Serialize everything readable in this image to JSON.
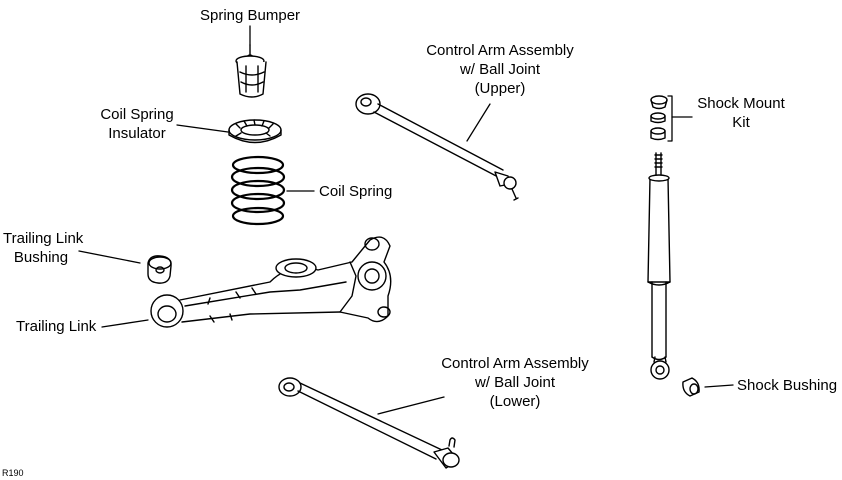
{
  "labels": {
    "spring_bumper": "Spring Bumper",
    "coil_spring_insulator": [
      "Coil Spring",
      "Insulator"
    ],
    "coil_spring": "Coil Spring",
    "control_arm_upper": [
      "Control Arm Assembly",
      "w/ Ball Joint",
      "(Upper)"
    ],
    "shock_mount_kit": [
      "Shock Mount",
      "Kit"
    ],
    "trailing_link_bushing": [
      "Trailing Link",
      "Bushing"
    ],
    "trailing_link": "Trailing Link",
    "control_arm_lower": [
      "Control Arm Assembly",
      "w/ Ball Joint",
      "(Lower)"
    ],
    "shock_bushing": "Shock Bushing"
  },
  "figure_code": "R190"
}
